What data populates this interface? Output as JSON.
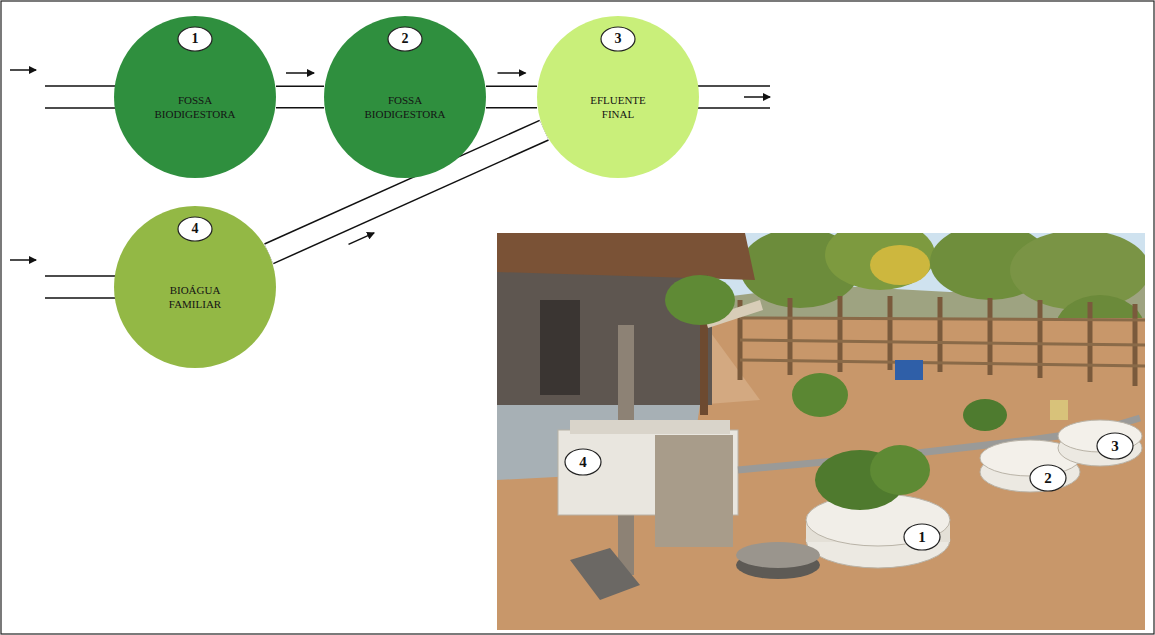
{
  "diagram": {
    "nodes": [
      {
        "text": [
          "1",
          "FOSSA BIODIGESTORA"
        ]
      },
      {
        "text": [
          "2",
          "FOSSA BIODIGESTORA"
        ]
      },
      {
        "text": [
          "3",
          "EFLUENTE FINAL"
        ]
      },
      {
        "text": [
          "4",
          "BIOÁGUA FAMILIAR"
        ]
      }
    ],
    "edges": [
      {
        "from": 0,
        "to": 1,
        "arrow": "to"
      },
      {
        "from": 1,
        "to": 2,
        "arrow": "to"
      },
      {
        "from": 3,
        "to": 2,
        "arrow": "to"
      }
    ],
    "labels": [
      "4",
      "1",
      "2",
      "3"
    ]
  }
}
